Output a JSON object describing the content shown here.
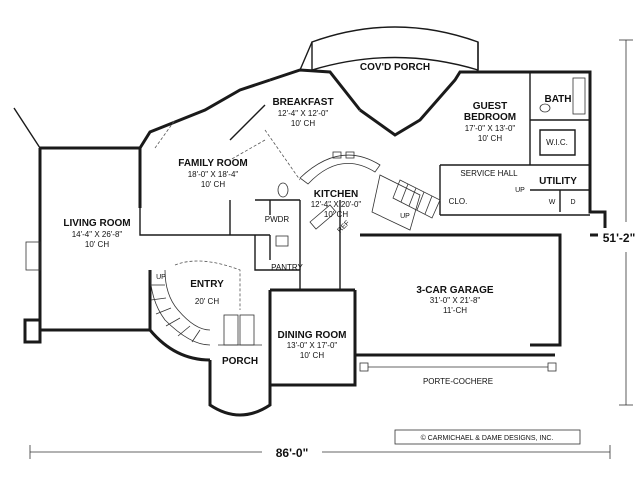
{
  "rooms": {
    "living": {
      "name": "LIVING ROOM",
      "size": "14'-4\" X 26'-8\"",
      "ceiling": "10' CH"
    },
    "family": {
      "name": "FAMILY ROOM",
      "size": "18'-0\" X 18'-4\"",
      "ceiling": "10' CH"
    },
    "breakfast": {
      "name": "BREAKFAST",
      "size": "12'-4\" X 12'-0\"",
      "ceiling": "10' CH"
    },
    "covd_porch": {
      "name": "COV'D PORCH"
    },
    "guest": {
      "name_line1": "GUEST",
      "name_line2": "BEDROOM",
      "size": "17'-0\" X 13'-0\"",
      "ceiling": "10' CH"
    },
    "bath": {
      "name": "BATH"
    },
    "wic": {
      "name": "W.I.C."
    },
    "service_hall": {
      "name": "SERVICE HALL"
    },
    "utility": {
      "name": "UTILITY"
    },
    "clo": {
      "name": "CLO."
    },
    "kitchen": {
      "name": "KITCHEN",
      "size": "12'-4\" X 20'-0\"",
      "ceiling": "10' CH"
    },
    "pwdr": {
      "name": "PWDR"
    },
    "pantry": {
      "name": "PANTRY"
    },
    "entry": {
      "name": "ENTRY",
      "ceiling": "20' CH"
    },
    "porch": {
      "name": "PORCH"
    },
    "dining": {
      "name": "DINING ROOM",
      "size": "13'-0\" X 17'-0\"",
      "ceiling": "10' CH"
    },
    "garage": {
      "name": "3-CAR GARAGE",
      "size": "31'-0\" X 21'-8\"",
      "ceiling": "11'-CH"
    },
    "porte_cochere": {
      "name": "PORTE-COCHERE"
    }
  },
  "marks": {
    "up_entry": "UP",
    "up_kitchen": "UP",
    "up_service": "UP",
    "w": "W",
    "d": "D",
    "ref": "REF"
  },
  "dimensions": {
    "width": "86'-0\"",
    "depth": "51'-2\""
  },
  "copyright": "© CARMICHAEL & DAME DESIGNS, INC."
}
